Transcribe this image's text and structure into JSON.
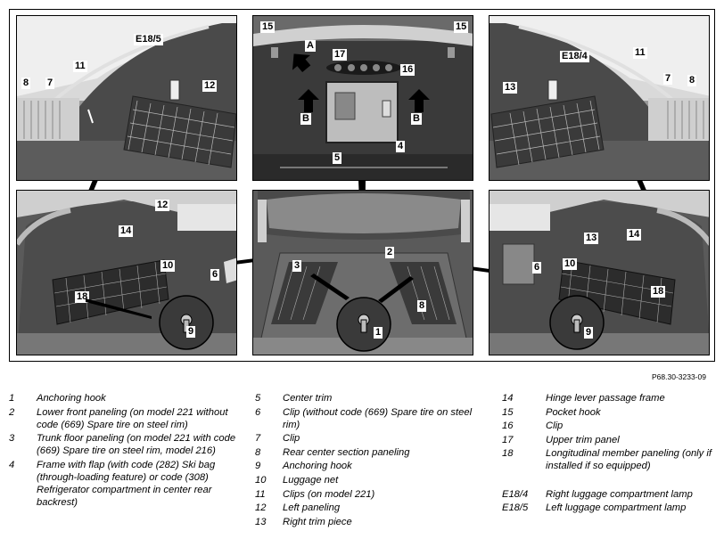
{
  "figure": {
    "reference_code": "P68.30-3233-09",
    "photos": {
      "top_left": {
        "callouts": [
          {
            "id": "tl-e185",
            "label": "E18/5"
          },
          {
            "id": "tl-11",
            "label": "11"
          },
          {
            "id": "tl-12",
            "label": "12"
          },
          {
            "id": "tl-8",
            "label": "8"
          },
          {
            "id": "tl-7",
            "label": "7"
          }
        ]
      },
      "top_center": {
        "callouts": [
          {
            "id": "tc-15a",
            "label": "15"
          },
          {
            "id": "tc-15b",
            "label": "15"
          },
          {
            "id": "tc-a",
            "label": "A"
          },
          {
            "id": "tc-17",
            "label": "17"
          },
          {
            "id": "tc-16",
            "label": "16"
          },
          {
            "id": "tc-b1",
            "label": "B"
          },
          {
            "id": "tc-b2",
            "label": "B"
          },
          {
            "id": "tc-4",
            "label": "4"
          },
          {
            "id": "tc-5",
            "label": "5"
          }
        ]
      },
      "top_right": {
        "callouts": [
          {
            "id": "tr-e184",
            "label": "E18/4"
          },
          {
            "id": "tr-11",
            "label": "11"
          },
          {
            "id": "tr-13",
            "label": "13"
          },
          {
            "id": "tr-7",
            "label": "7"
          },
          {
            "id": "tr-8",
            "label": "8"
          }
        ]
      },
      "bottom_left": {
        "callouts": [
          {
            "id": "bl-12",
            "label": "12"
          },
          {
            "id": "bl-14",
            "label": "14"
          },
          {
            "id": "bl-10",
            "label": "10"
          },
          {
            "id": "bl-6",
            "label": "6"
          },
          {
            "id": "bl-18",
            "label": "18"
          },
          {
            "id": "bl-9",
            "label": "9"
          }
        ]
      },
      "bottom_center": {
        "callouts": [
          {
            "id": "bc-2",
            "label": "2"
          },
          {
            "id": "bc-3",
            "label": "3"
          },
          {
            "id": "bc-8",
            "label": "8"
          },
          {
            "id": "bc-1",
            "label": "1"
          }
        ]
      },
      "bottom_right": {
        "callouts": [
          {
            "id": "br-14",
            "label": "14"
          },
          {
            "id": "br-13",
            "label": "13"
          },
          {
            "id": "br-6",
            "label": "6"
          },
          {
            "id": "br-10",
            "label": "10"
          },
          {
            "id": "br-18",
            "label": "18"
          },
          {
            "id": "br-9",
            "label": "9"
          }
        ]
      }
    }
  },
  "legend": {
    "column1": [
      {
        "num": "1",
        "text": "Anchoring hook"
      },
      {
        "num": "2",
        "text": "Lower front paneling (on model 221 without code (669) Spare tire on steel rim)"
      },
      {
        "num": "3",
        "text": "Trunk floor paneling (on model 221 with code (669) Spare tire on steel rim, model 216)"
      },
      {
        "num": "4",
        "text": "Frame with flap (with code (282) Ski bag (through-loading feature) or code (308) Refrigerator compartment in center rear backrest)"
      }
    ],
    "column2": [
      {
        "num": "5",
        "text": "Center trim"
      },
      {
        "num": "6",
        "text": "Clip (without code (669) Spare tire on steel rim)"
      },
      {
        "num": "7",
        "text": "Clip"
      },
      {
        "num": "8",
        "text": "Rear center section paneling"
      },
      {
        "num": "9",
        "text": "Anchoring hook"
      },
      {
        "num": "10",
        "text": "Luggage net"
      },
      {
        "num": "11",
        "text": "Clips (on model 221)"
      },
      {
        "num": "12",
        "text": "Left paneling"
      },
      {
        "num": "13",
        "text": "Right trim piece"
      }
    ],
    "column3": [
      {
        "num": "14",
        "text": "Hinge lever passage frame"
      },
      {
        "num": "15",
        "text": "Pocket hook"
      },
      {
        "num": "16",
        "text": "Clip"
      },
      {
        "num": "17",
        "text": "Upper trim panel"
      },
      {
        "num": "18",
        "text": "Longitudinal member paneling (only if installed if so equipped)"
      },
      {
        "num": "",
        "text": ""
      },
      {
        "num": "E18/4",
        "text": "Right luggage compartment lamp"
      },
      {
        "num": "E18/5",
        "text": "Left luggage compartment lamp"
      }
    ]
  }
}
